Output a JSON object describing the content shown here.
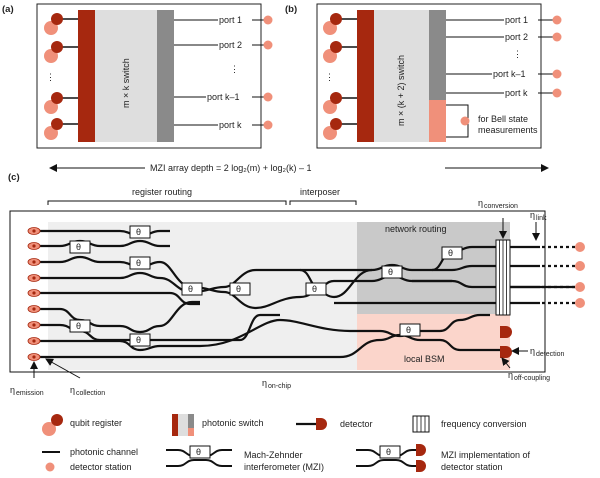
{
  "panel_a": {
    "label": "(a)",
    "switch_label": "m × k switch",
    "ports": [
      "port 1",
      "port 2",
      "⋮",
      "port k–1",
      "port k"
    ],
    "left_dots": "⋮"
  },
  "panel_b": {
    "label": "(b)",
    "switch_label": "m × (k + 2) switch",
    "ports": [
      "port 1",
      "port 2",
      "⋮",
      "port k–1",
      "port k"
    ],
    "bell_label_1": "for Bell state",
    "bell_label_2": "measurements"
  },
  "panel_c": {
    "label": "(c)",
    "depth_label": "MZI array depth = 2 log₂(m) + log₂(k) – 1",
    "register_routing": "register routing",
    "interposer": "interposer",
    "network_routing": "network routing",
    "local_bsm": "local BSM",
    "mzi_symbol": "θ",
    "eta_emission": "η",
    "eta_emission_sub": "emission",
    "eta_collection": "η",
    "eta_collection_sub": "collection",
    "eta_onchip": "η",
    "eta_onchip_sub": "on-chip",
    "eta_conversion": "η",
    "eta_conversion_sub": "conversion",
    "eta_link": "η",
    "eta_link_sub": "link",
    "eta_detection": "η",
    "eta_detection_sub": "detection",
    "eta_offcoupling": "η",
    "eta_offcoupling_sub": "off-coupling"
  },
  "legend": {
    "qubit_register": "qubit register",
    "photonic_switch": "photonic switch",
    "detector": "detector",
    "frequency_conversion": "frequency conversion",
    "photonic_channel": "photonic channel",
    "detector_station": "detector station",
    "mzi_1": "Mach-Zehnder",
    "mzi_2": "interferometer (MZI)",
    "mzi_det_1": "MZI implementation of",
    "mzi_det_2": "detector station"
  },
  "colors": {
    "dark_red": "#a6280f",
    "salmon": "#f0907a",
    "switch_gray": "#8a8a8a",
    "light_gray": "#dedede",
    "bsm_pink": "#fbd5cb"
  }
}
